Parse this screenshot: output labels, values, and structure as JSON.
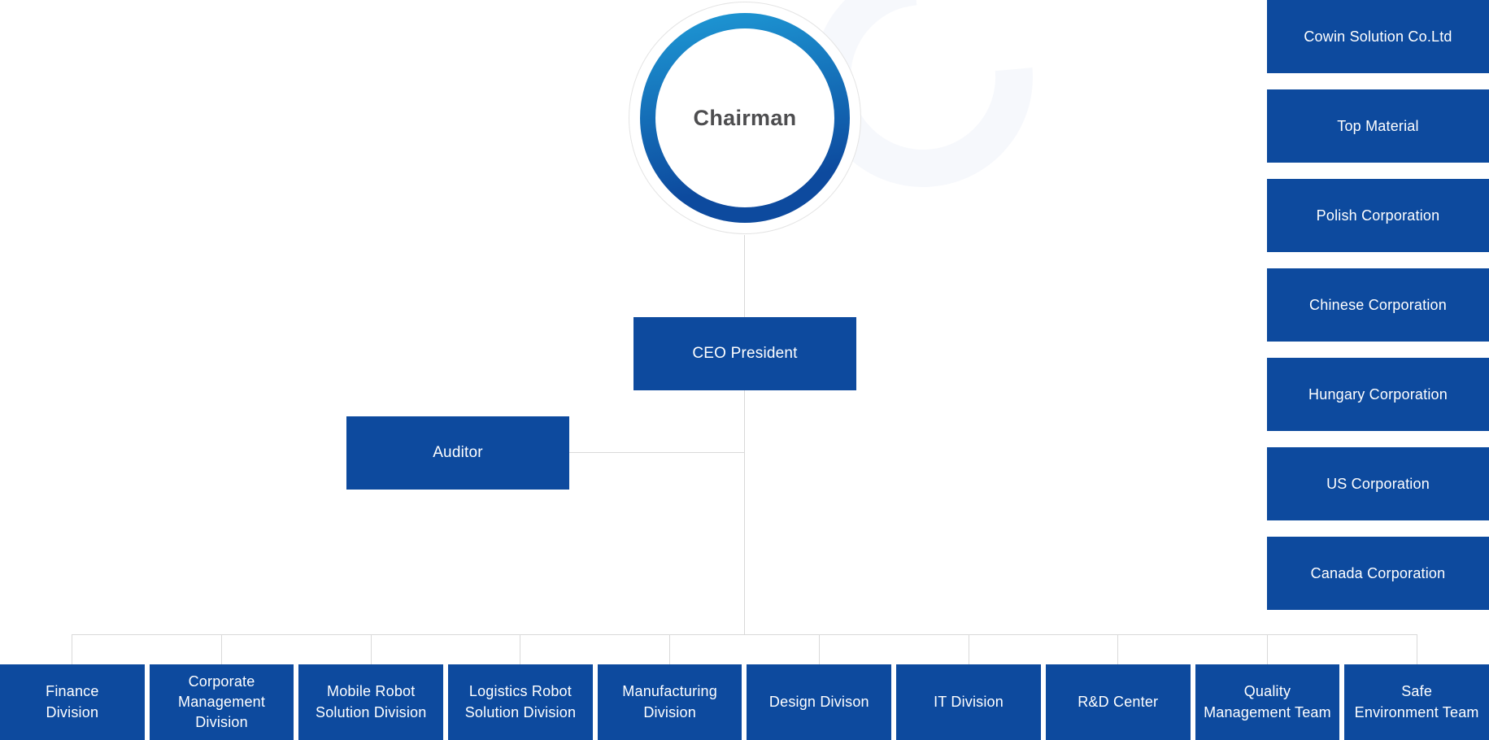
{
  "org": {
    "chairman": {
      "label": "Chairman"
    },
    "ceo": {
      "label": "CEO President"
    },
    "auditor": {
      "label": "Auditor"
    },
    "subsidiaries": [
      {
        "label": "Cowin Solution Co.Ltd"
      },
      {
        "label": "Top Material"
      },
      {
        "label": "Polish Corporation"
      },
      {
        "label": "Chinese Corporation"
      },
      {
        "label": "Hungary Corporation"
      },
      {
        "label": "US Corporation"
      },
      {
        "label": "Canada Corporation"
      }
    ],
    "divisions": [
      {
        "label": "Finance\nDivision"
      },
      {
        "label": "Corporate\nManagement\nDivision"
      },
      {
        "label": "Mobile Robot\nSolution Division"
      },
      {
        "label": "Logistics Robot\nSolution Division"
      },
      {
        "label": "Manufacturing\nDivision"
      },
      {
        "label": "Design Divison"
      },
      {
        "label": "IT Division"
      },
      {
        "label": "R&D Center"
      },
      {
        "label": "Quality\nManagement Team"
      },
      {
        "label": "Safe\nEnvironment Team"
      }
    ],
    "colors": {
      "primary_blue": "#0d4a9e",
      "ring_light_blue": "#1e9ad6",
      "connector_gray": "#d9d9d9"
    }
  }
}
